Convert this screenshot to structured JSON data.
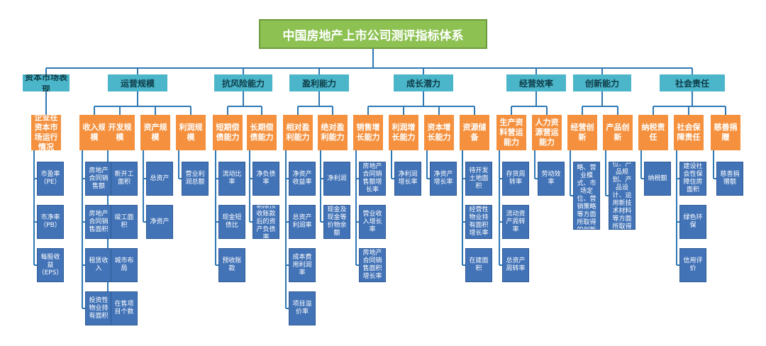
{
  "root": "中国房地产上市公司测评指标体系",
  "categories": [
    {
      "label": "资本市场表现",
      "groups": [
        {
          "label": "企业在资本市场运行情况",
          "items": [
            "市盈率（PE）",
            "市净率（PB）",
            "每股收益（EPS）"
          ]
        }
      ]
    },
    {
      "label": "运营规模",
      "groups": [
        {
          "label": "收入规模",
          "items": [
            "房地产合同销售额",
            "房地产合同销售面积",
            "租赁收入",
            "投资性物业持有面积"
          ]
        },
        {
          "label": "开发规模",
          "items": [
            "新开工面积",
            "竣工面积",
            "城市布局",
            "在售项目个数"
          ]
        },
        {
          "label": "资产规模",
          "items": [
            "总资产",
            "净资产"
          ]
        },
        {
          "label": "利润规模",
          "items": [
            "营业利润总额"
          ]
        }
      ]
    },
    {
      "label": "抗风险能力",
      "groups": [
        {
          "label": "短期偿债能力",
          "items": [
            "流动比率",
            "现金短债比",
            "预收账款"
          ]
        },
        {
          "label": "长期偿债能力",
          "items": [
            "净负债率",
            "剔除预收账款后的资产负债率"
          ]
        }
      ]
    },
    {
      "label": "盈利能力",
      "groups": [
        {
          "label": "相对盈利能力",
          "items": [
            "净资产收益率",
            "总资产利润率",
            "成本费用利润率",
            "项目溢价率"
          ]
        },
        {
          "label": "绝对盈利能力",
          "items": [
            "净利润",
            "现金及现金等价物余额"
          ]
        }
      ]
    },
    {
      "label": "成长潜力",
      "groups": [
        {
          "label": "销售增长能力",
          "items": [
            "房地产合同销售额增长率",
            "营业收入增长率",
            "房地产合同销售面积增长率"
          ]
        },
        {
          "label": "利润增长能力",
          "items": [
            "净利润增长率"
          ]
        },
        {
          "label": "资本增长能力",
          "items": [
            "净资产增长率"
          ]
        },
        {
          "label": "资源储备",
          "items": [
            "待开发土地面积",
            "经营性物业持有面积增长率",
            "在建面积"
          ]
        }
      ]
    },
    {
      "label": "经营效率",
      "groups": [
        {
          "label": "生产资料营运能力",
          "items": [
            "存货周转率",
            "流动资产周转率",
            "总资产周转率"
          ]
        },
        {
          "label": "人力资源营运能力",
          "items": [
            "劳动效率"
          ]
        }
      ]
    },
    {
      "label": "创新能力",
      "groups": [
        {
          "label": "经营创新",
          "items": [
            "企业战略、营业模式、市场定位、营销策略等方面所取得的创新"
          ]
        },
        {
          "label": "产品创新",
          "items": [
            "产品定位、产品规划、产品设计、运用新技术材料等方面所取得的创新"
          ]
        }
      ]
    },
    {
      "label": "社会责任",
      "groups": [
        {
          "label": "纳税责任",
          "items": [
            "纳税额"
          ]
        },
        {
          "label": "社会保障责任",
          "items": [
            "建设社会性保障住房面积",
            "绿色环保",
            "信用评价"
          ]
        },
        {
          "label": "慈善捐赠",
          "items": [
            "慈善捐赠额"
          ]
        }
      ]
    }
  ]
}
